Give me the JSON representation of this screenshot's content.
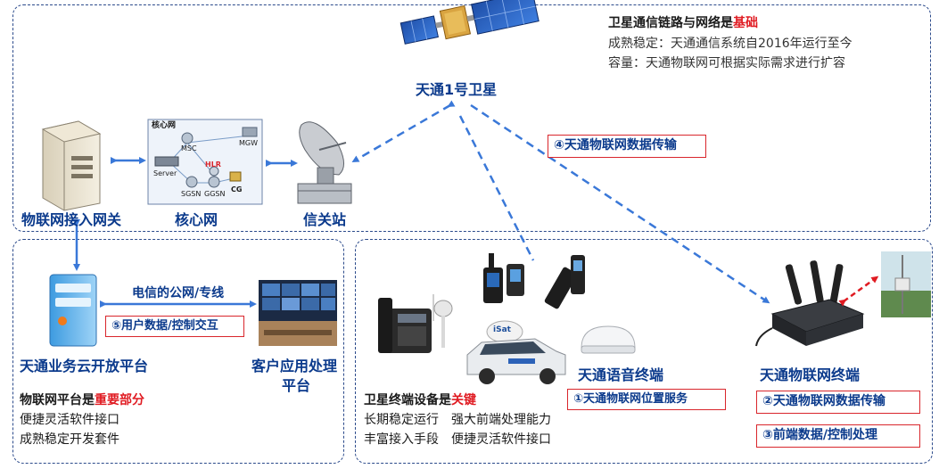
{
  "satellite": {
    "label": "天通1号卫星",
    "info_title_prefix": "卫星通信链路与网络是",
    "info_title_highlight": "基础",
    "info_line1": "成熟稳定：天通通信系统自2016年运行至今",
    "info_line2": "容量：天通物联网可根据实际需求进行扩容"
  },
  "ground": {
    "gateway_label": "物联网接入网关",
    "core_label": "核心网",
    "core_box_title": "核心网",
    "station_label": "信关站",
    "nodes": [
      "MSC",
      "MGW",
      "HLR",
      "Server",
      "SGSN",
      "GGSN",
      "CG"
    ]
  },
  "links": {
    "sat_data": "④天通物联网数据传输",
    "public_net": "电信的公网/专线",
    "user_data": "⑤用户数据/控制交互"
  },
  "platform": {
    "cloud_label": "天通业务云开放平台",
    "client_label_line1": "客户应用处理",
    "client_label_line2": "平台",
    "title_prefix": "物联网平台是",
    "title_highlight": "重要部分",
    "line1": "便捷灵活软件接口",
    "line2": "成熟稳定开发套件"
  },
  "terminals": {
    "title_prefix": "卫星终端设备是",
    "title_highlight": "关键",
    "line1a": "长期稳定运行",
    "line1b": "强大前端处理能力",
    "line2a": "丰富接入手段",
    "line2b": "便捷灵活软件接口",
    "voice_label": "天通语音终端",
    "voice_service": "①天通物联网位置服务",
    "iot_label": "天通物联网终端",
    "iot_service1": "②天通物联网数据传输",
    "iot_service2": "③前端数据/控制处理",
    "car_logo": "iSat"
  },
  "colors": {
    "accent_blue": "#0b3a8c",
    "arrow_blue": "#3a78d8",
    "highlight_red": "#e01b22",
    "panel_border": "#2b4a8b"
  }
}
